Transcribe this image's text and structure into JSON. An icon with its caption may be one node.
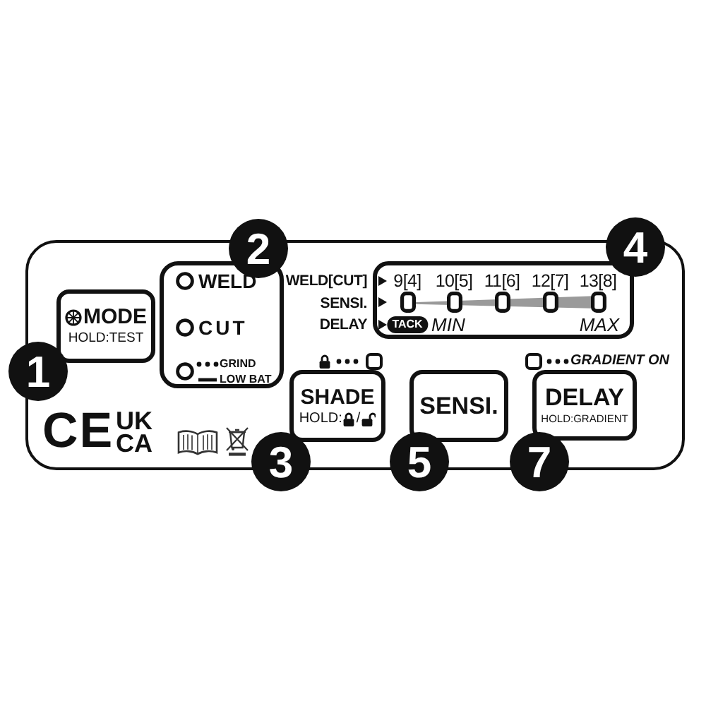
{
  "diagram": {
    "nodes": [
      {
        "text": [],
        "shape": "box"
      },
      {
        "text": [
          "MODE",
          "HOLD:TEST"
        ],
        "in": 0
      },
      {
        "text": [
          "WELD",
          "CUT",
          "GRIND",
          "LOW BAT"
        ],
        "in": 0
      },
      {
        "text": [
          "9[4]",
          "10[5]",
          "11[6]",
          "12[7]",
          "13[8]",
          "TACK",
          "MIN",
          "MAX"
        ],
        "beside": [
          "WELD[CUT]",
          "SENSI.",
          "DELAY"
        ],
        "in": 0
      },
      {
        "text": [
          "SHADE",
          "HOLD:",
          "/"
        ],
        "in": 0
      },
      {
        "text": [
          "SENSI."
        ],
        "in": 0
      },
      {
        "text": [
          "DELAY",
          "HOLD:GRADIENT"
        ],
        "beside": [
          "GRADIENT ON"
        ],
        "in": 0
      }
    ],
    "labels": [
      "2",
      "4",
      "1",
      "CE",
      "UK CA",
      "3",
      "5",
      "7"
    ]
  }
}
